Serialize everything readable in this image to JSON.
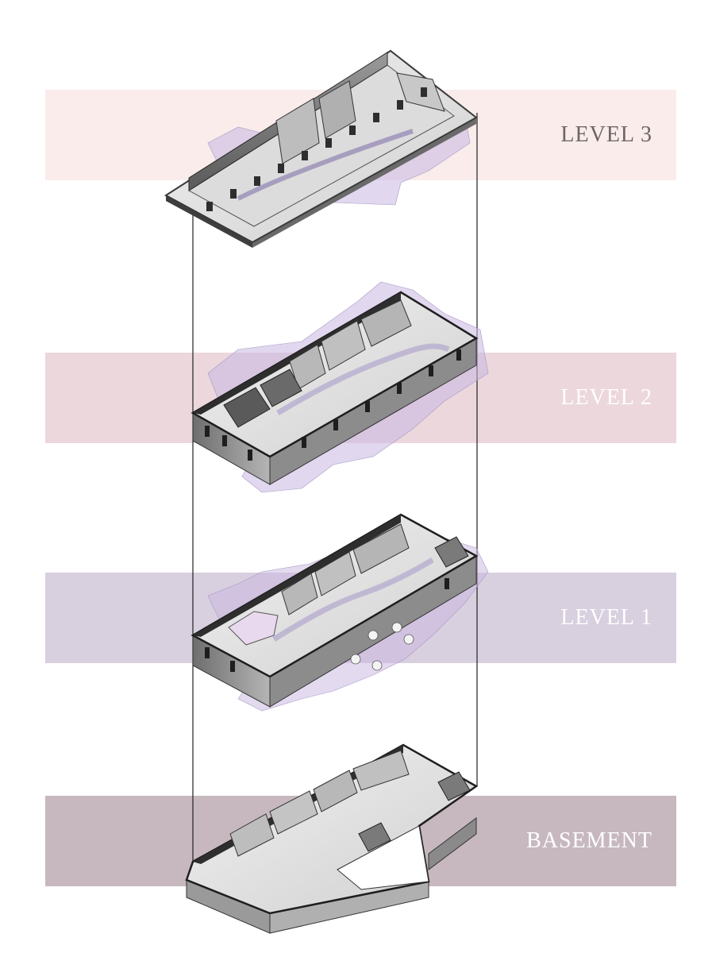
{
  "levels": [
    {
      "id": "level-3",
      "label": "LEVEL 3",
      "band_color": "#f9ecea",
      "label_color": "#6d6466"
    },
    {
      "id": "level-2",
      "label": "LEVEL 2",
      "band_color": "#ecd7dc",
      "label_color": "#ffffff"
    },
    {
      "id": "level-1",
      "label": "LEVEL 1",
      "band_color": "#d8cfdf",
      "label_color": "#ffffff"
    },
    {
      "id": "basement",
      "label": "BASEMENT",
      "band_color": "#c7b8c0",
      "label_color": "#ffffff"
    }
  ],
  "colors": {
    "floor_light": "#e6e6e6",
    "wall_mid": "#8a8a8a",
    "wall_dark": "#3a3a3a",
    "slab_dark": "#4a4a4a",
    "installation": "#c9b6e2",
    "connector_line": "#222222"
  }
}
